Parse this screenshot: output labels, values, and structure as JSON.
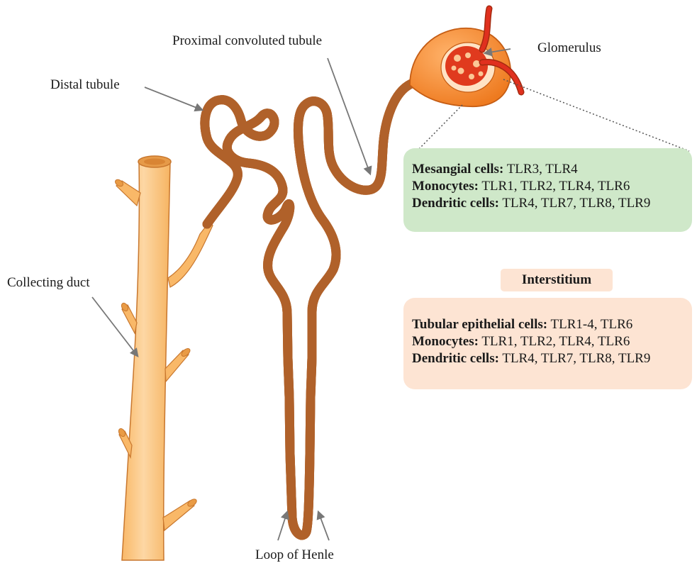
{
  "labels": {
    "distal_tubule": "Distal tubule",
    "proximal_tubule": "Proximal convoluted tubule",
    "glomerulus": "Glomerulus",
    "collecting_duct": "Collecting duct",
    "loop_of_henle": "Loop of Henle"
  },
  "glomerulus_box": {
    "rows": [
      {
        "title": "Mesangial cells:",
        "value": " TLR3, TLR4"
      },
      {
        "title": "Monocytes:",
        "value": " TLR1, TLR2, TLR4, TLR6"
      },
      {
        "title": "Dendritic cells:",
        "value": " TLR4, TLR7, TLR8, TLR9"
      }
    ]
  },
  "interstitium": {
    "title": "Interstitium",
    "rows": [
      {
        "title": "Tubular epithelial cells:",
        "value": " TLR1-4, TLR6"
      },
      {
        "title": "Monocytes:",
        "value": " TLR1, TLR2, TLR4, TLR6"
      },
      {
        "title": "Dendritic cells:",
        "value": " TLR4, TLR7, TLR8, TLR9"
      }
    ]
  },
  "colors": {
    "tubule_fill": "#fcd9a8",
    "tubule_stroke": "#b0622a",
    "duct_fill": "#fcc98a",
    "capsule": "#f28a2e",
    "capillary": "#e0301e",
    "green_box": "#cfe8c9",
    "peach_box": "#fde4d3"
  }
}
